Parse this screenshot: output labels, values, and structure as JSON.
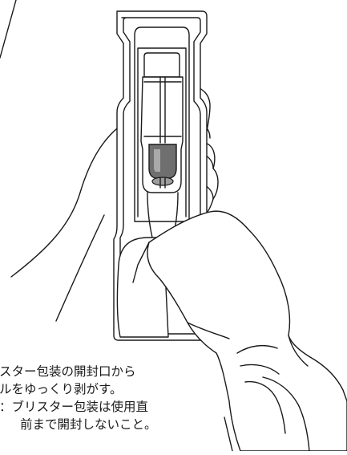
{
  "illustration": {
    "subject": "hand-peeling-blister-lid",
    "drug_color": "#6f6f6f",
    "drug_color_light": "#a9a9a9"
  },
  "caption": {
    "line1": "スター包装の開封口から",
    "line2": "ルをゆっくり剥がす。",
    "line3": "：ブリスター包装は使用直",
    "line4": "前まで開封しないこと。"
  }
}
